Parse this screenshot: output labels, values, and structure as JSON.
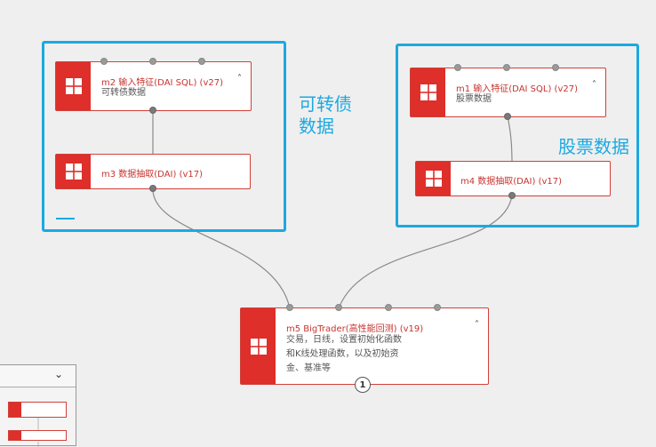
{
  "groups": [
    {
      "label": "可转债数据",
      "label_lines": [
        "可转债",
        "数据"
      ]
    },
    {
      "label": "股票数据"
    }
  ],
  "nodes": {
    "m2": {
      "title": "m2 输入特征(DAI SQL) (v27)",
      "subtitle": "可转债数据",
      "chevron": "˄"
    },
    "m3": {
      "title": "m3 数据抽取(DAI) (v17)"
    },
    "m1": {
      "title": "m1 输入特征(DAI SQL) (v27)",
      "subtitle": "股票数据",
      "chevron": "˄"
    },
    "m4": {
      "title": "m4 数据抽取(DAI) (v17)"
    },
    "m5": {
      "title": "m5 BigTrader(高性能回测) (v19)",
      "desc_lines": [
        "交易，日线，设置初始化函数",
        "和K线处理函数，以及初始资",
        "金、基准等"
      ],
      "chevron": "˄",
      "badge": "1"
    }
  },
  "minimap": {
    "chevron": "⌄"
  },
  "colors": {
    "group_border": "#1ba9e1",
    "node_accent": "#de2f2a",
    "node_title": "#c7332f",
    "wire": "#8a8a8a"
  },
  "icons": {
    "node_icon": "module-grid-icon"
  }
}
